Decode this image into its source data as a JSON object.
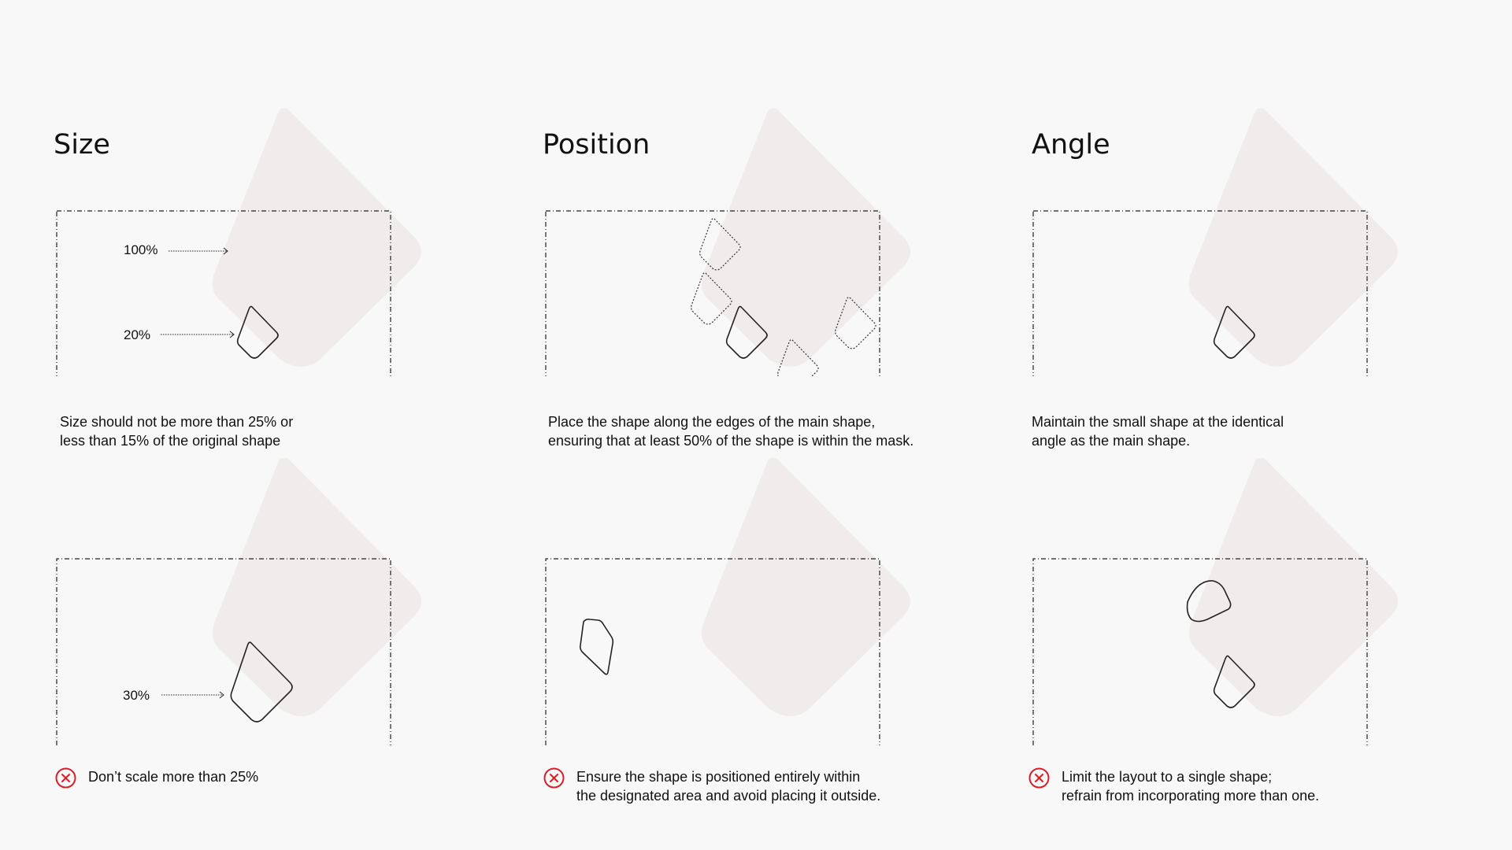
{
  "columns": [
    {
      "heading": "Size",
      "do_caption": "Size should not be more than 25% or\nless than 15% of the original shape",
      "do_labels": [
        "100%",
        "20%"
      ],
      "dont_label": "30%",
      "dont_caption": "Don’t scale more than 25%"
    },
    {
      "heading": "Position",
      "do_caption": "Place the shape along the edges of the main shape,\nensuring that at least 50% of the shape is within the mask.",
      "dont_caption": "Ensure the shape is positioned entirely within\nthe designated area and avoid placing it outside."
    },
    {
      "heading": "Angle",
      "do_caption": "Maintain the small shape at the identical\nangle as the main shape.",
      "dont_caption": "Limit the layout to a single shape;\nrefrain from incorporating more than one."
    }
  ],
  "icons": {
    "dont": "close-circle-icon"
  },
  "colors": {
    "background": "#f8f8f8",
    "main_shape": "#efeceb",
    "dont_icon": "#d91f26",
    "stroke": "#222222"
  }
}
